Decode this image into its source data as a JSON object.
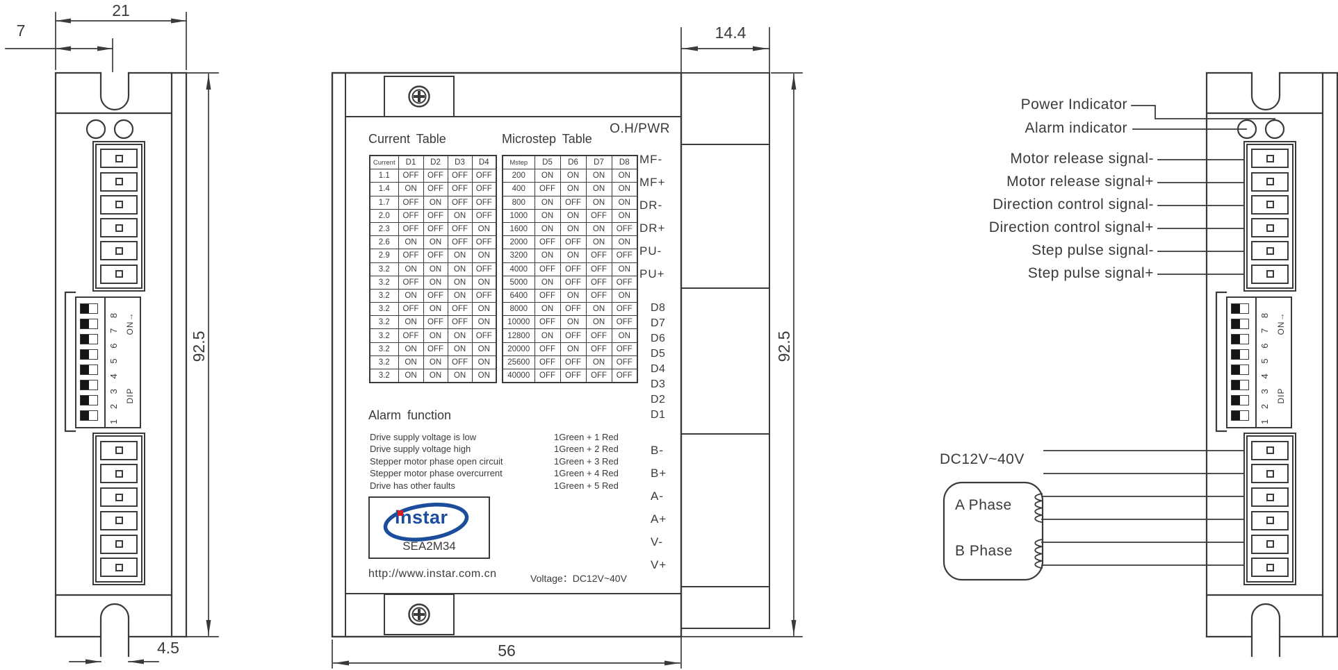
{
  "left_view": {
    "dimensions": {
      "top_width": "21",
      "notch_offset": "7",
      "height": "92.5",
      "slot_width": "4.5"
    }
  },
  "middle_view": {
    "dimensions": {
      "side_depth": "14.4",
      "height": "92.5",
      "width": "56"
    },
    "status_label": "O.H/PWR",
    "current_table": {
      "title": "Current Table",
      "rows": [
        [
          "Current",
          "D1",
          "D2",
          "D3",
          "D4"
        ],
        [
          "1.1",
          "OFF",
          "OFF",
          "OFF",
          "OFF"
        ],
        [
          "1.4",
          "ON",
          "OFF",
          "OFF",
          "OFF"
        ],
        [
          "1.7",
          "OFF",
          "ON",
          "OFF",
          "OFF"
        ],
        [
          "2.0",
          "OFF",
          "OFF",
          "ON",
          "OFF"
        ],
        [
          "2.3",
          "OFF",
          "OFF",
          "OFF",
          "ON"
        ],
        [
          "2.6",
          "ON",
          "ON",
          "OFF",
          "OFF"
        ],
        [
          "2.9",
          "OFF",
          "OFF",
          "ON",
          "ON"
        ],
        [
          "3.2",
          "ON",
          "ON",
          "ON",
          "OFF"
        ],
        [
          "3.2",
          "OFF",
          "ON",
          "ON",
          "ON"
        ],
        [
          "3.2",
          "ON",
          "OFF",
          "ON",
          "OFF"
        ],
        [
          "3.2",
          "OFF",
          "ON",
          "OFF",
          "ON"
        ],
        [
          "3.2",
          "ON",
          "OFF",
          "OFF",
          "ON"
        ],
        [
          "3.2",
          "OFF",
          "ON",
          "ON",
          "OFF"
        ],
        [
          "3.2",
          "ON",
          "OFF",
          "ON",
          "ON"
        ],
        [
          "3.2",
          "ON",
          "ON",
          "OFF",
          "ON"
        ],
        [
          "3.2",
          "ON",
          "ON",
          "ON",
          "ON"
        ]
      ]
    },
    "microstep_table": {
      "title": "Microstep Table",
      "rows": [
        [
          "Mstep",
          "D5",
          "D6",
          "D7",
          "D8"
        ],
        [
          "200",
          "ON",
          "ON",
          "ON",
          "ON"
        ],
        [
          "400",
          "OFF",
          "ON",
          "ON",
          "ON"
        ],
        [
          "800",
          "ON",
          "OFF",
          "ON",
          "ON"
        ],
        [
          "1000",
          "ON",
          "ON",
          "OFF",
          "ON"
        ],
        [
          "1600",
          "ON",
          "ON",
          "ON",
          "OFF"
        ],
        [
          "2000",
          "OFF",
          "OFF",
          "ON",
          "ON"
        ],
        [
          "3200",
          "ON",
          "ON",
          "OFF",
          "OFF"
        ],
        [
          "4000",
          "OFF",
          "OFF",
          "OFF",
          "ON"
        ],
        [
          "5000",
          "ON",
          "OFF",
          "OFF",
          "OFF"
        ],
        [
          "6400",
          "OFF",
          "ON",
          "OFF",
          "ON"
        ],
        [
          "8000",
          "ON",
          "OFF",
          "ON",
          "OFF"
        ],
        [
          "10000",
          "OFF",
          "ON",
          "ON",
          "OFF"
        ],
        [
          "12800",
          "ON",
          "OFF",
          "OFF",
          "ON"
        ],
        [
          "20000",
          "OFF",
          "ON",
          "OFF",
          "OFF"
        ],
        [
          "25600",
          "OFF",
          "OFF",
          "ON",
          "OFF"
        ],
        [
          "40000",
          "OFF",
          "OFF",
          "OFF",
          "OFF"
        ]
      ]
    },
    "pins_top": [
      "MF-",
      "MF+",
      "DR-",
      "DR+",
      "PU-",
      "PU+"
    ],
    "pins_dip": [
      "D8",
      "D7",
      "D6",
      "D5",
      "D4",
      "D3",
      "D2",
      "D1"
    ],
    "pins_bottom": [
      "B-",
      "B+",
      "A-",
      "A+",
      "V-",
      "V+"
    ],
    "alarm": {
      "title": "Alarm function",
      "items": [
        {
          "text": "Drive supply voltage is low",
          "code": "1Green + 1 Red"
        },
        {
          "text": "Drive supply voltage high",
          "code": "1Green + 2 Red"
        },
        {
          "text": "Stepper motor phase open circuit",
          "code": "1Green + 3 Red"
        },
        {
          "text": "Stepper motor phase overcurrent",
          "code": "1Green + 4 Red"
        },
        {
          "text": "Drive has other faults",
          "code": "1Green + 5 Red"
        }
      ]
    },
    "logo": {
      "brand": "instar",
      "model": "SEA2M34"
    },
    "website": "http://www.instar.com.cn",
    "voltage_note": "Voltage：DC12V~40V"
  },
  "dip_switch": {
    "numbers": "1 2 3 4 5 6 7 8",
    "on_label": "ON",
    "on_arrow": "→",
    "label": "DIP"
  },
  "right_view": {
    "labels": [
      "Power Indicator",
      "Alarm indicator",
      "Motor release signal-",
      "Motor release signal+",
      "Direction control signal-",
      "Direction control signal+",
      "Step pulse signal-",
      "Step pulse signal+"
    ],
    "power_supply": "DC12V~40V",
    "motor": {
      "phase_a": "A Phase",
      "phase_b": "B Phase"
    }
  },
  "colors": {
    "line": "#3a3a3a",
    "logo_blue": "#1c4c9c",
    "logo_red": "#d42020"
  }
}
